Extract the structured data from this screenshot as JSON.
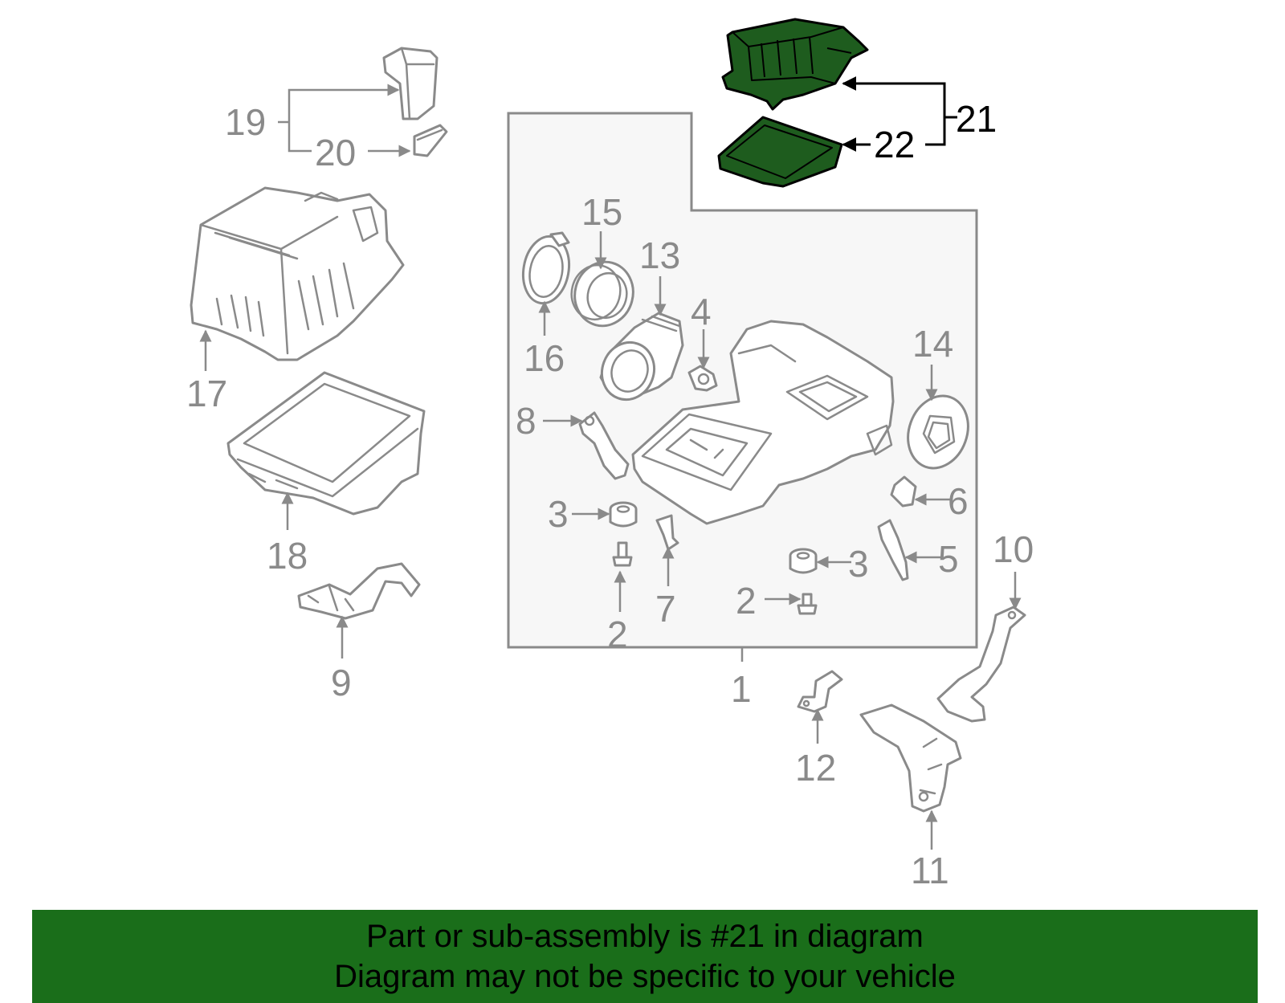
{
  "diagram": {
    "highlight_color": "#1e5c1e",
    "callouts": {
      "c1": "1",
      "c2a": "2",
      "c2b": "2",
      "c3a": "3",
      "c3b": "3",
      "c4": "4",
      "c5": "5",
      "c6": "6",
      "c7": "7",
      "c8": "8",
      "c9": "9",
      "c10": "10",
      "c11": "11",
      "c12": "12",
      "c13": "13",
      "c14": "14",
      "c15": "15",
      "c16": "16",
      "c17": "17",
      "c18": "18",
      "c19": "19",
      "c20": "20",
      "c21": "21",
      "c22": "22"
    }
  },
  "banner": {
    "background": "#1a6e1a",
    "line1": "Part or sub-assembly is #21 in diagram",
    "line2": "Diagram may not be specific to your vehicle"
  }
}
